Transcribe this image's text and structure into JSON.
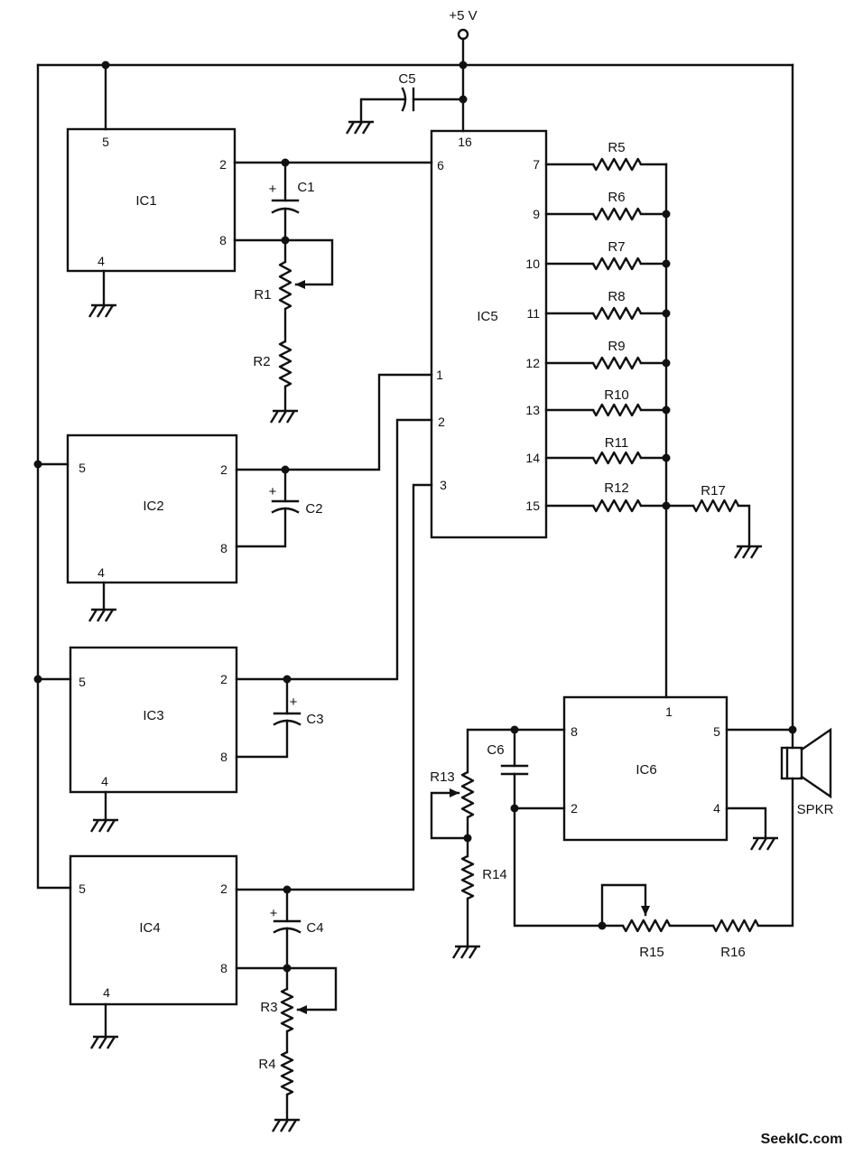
{
  "supply_label": "+5 V",
  "polarity_mark": "+",
  "ics": {
    "ic1": {
      "name": "IC1",
      "pins": [
        "5",
        "2",
        "8",
        "4"
      ]
    },
    "ic2": {
      "name": "IC2",
      "pins": [
        "5",
        "2",
        "8",
        "4"
      ]
    },
    "ic3": {
      "name": "IC3",
      "pins": [
        "5",
        "2",
        "8",
        "4"
      ]
    },
    "ic4": {
      "name": "IC4",
      "pins": [
        "5",
        "2",
        "8",
        "4"
      ]
    },
    "ic5": {
      "name": "IC5",
      "pins_left": [
        "16",
        "6",
        "1",
        "2",
        "3"
      ],
      "pins_right": [
        "7",
        "9",
        "10",
        "11",
        "12",
        "13",
        "14",
        "15"
      ]
    },
    "ic6": {
      "name": "IC6",
      "pins": [
        "1",
        "8",
        "5",
        "2",
        "4"
      ]
    }
  },
  "capacitors": [
    "C1",
    "C2",
    "C3",
    "C4",
    "C5",
    "C6"
  ],
  "resistors": [
    "R1",
    "R2",
    "R3",
    "R4",
    "R5",
    "R6",
    "R7",
    "R8",
    "R9",
    "R10",
    "R11",
    "R12",
    "R13",
    "R14",
    "R15",
    "R16",
    "R17"
  ],
  "speaker_label": "SPKR",
  "watermark": "SeekIC.com"
}
